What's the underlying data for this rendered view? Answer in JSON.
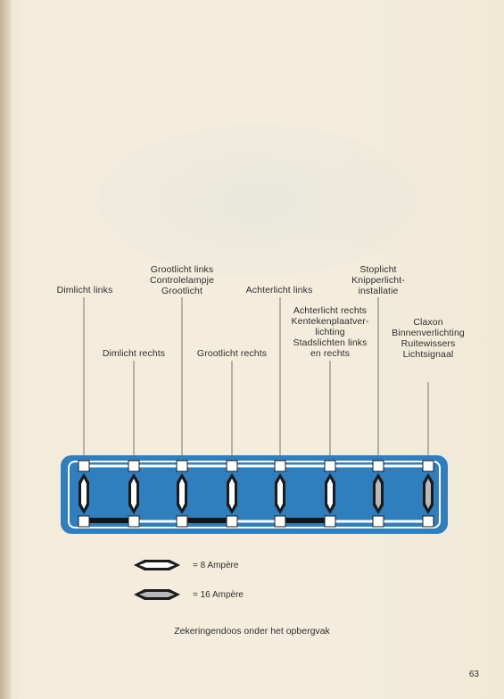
{
  "labels": {
    "fuse1": [
      "Dimlicht links"
    ],
    "fuse2": [
      "Dimlicht rechts"
    ],
    "fuse3": [
      "Grootlicht links",
      "Controlelampje",
      "Grootlicht"
    ],
    "fuse4": [
      "Grootlicht rechts"
    ],
    "fuse5": [
      "Achterlicht links"
    ],
    "fuse6": [
      "Achterlicht rechts",
      "Kentekenplaatver-",
      "lichting",
      "Stadslichten links",
      "en rechts"
    ],
    "fuse7": [
      "Stoplicht",
      "Knipperlicht-",
      "installatie"
    ],
    "fuse8": [
      "Claxon",
      "Binnenverlichting",
      "Ruitewissers",
      "Lichtsignaal"
    ]
  },
  "legend": {
    "item1": "= 8 Ampère",
    "item2": "= 16 Ampère"
  },
  "caption": "Zekeringendoos onder het opbergvak",
  "page_number": "63",
  "colors": {
    "box_blue": "#2f7fbf",
    "fuse_dark": "#1b1b1b",
    "paper": "#f1ead8"
  }
}
